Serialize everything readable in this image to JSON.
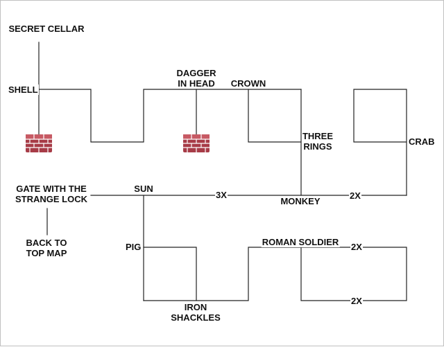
{
  "map": {
    "line_color": "#222222",
    "labels": {
      "secret_cellar": "SECRET CELLAR",
      "shell": "SHELL",
      "dagger_in_head": "DAGGER\nIN HEAD",
      "crown": "CROWN",
      "three_rings": "THREE\nRINGS",
      "crab": "CRAB",
      "gate_strange_lock": "GATE WITH THE\nSTRANGE LOCK",
      "sun": "SUN",
      "three_x": "3X",
      "monkey": "MONKEY",
      "two_x_right": "2X",
      "back_to_top_map": "BACK TO\nTOP MAP",
      "pig": "PIG",
      "roman_soldier": "ROMAN SOLDIER",
      "two_x_upper": "2X",
      "two_x_lower": "2X",
      "iron_shackles": "IRON\nSHACKLES"
    },
    "icons": [
      "brick-wall-icon",
      "brick-wall-icon"
    ],
    "icon_color": "#b0424a"
  }
}
